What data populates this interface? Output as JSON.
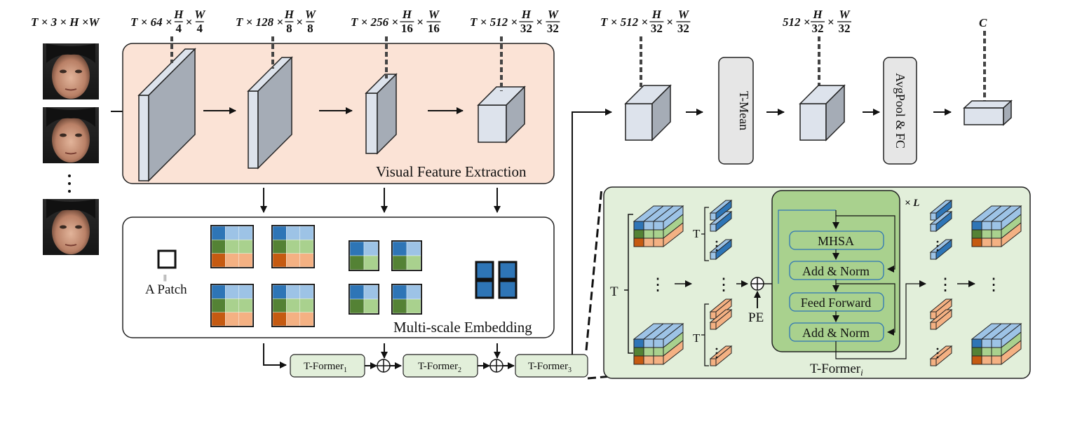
{
  "diagram": {
    "input_dims": "T × 3 × H ×W",
    "stage_dims": [
      {
        "lead": "T × 64 ×",
        "h": "H",
        "hd": "4",
        "w": "W",
        "wd": "4"
      },
      {
        "lead": "T × 128 ×",
        "h": "H",
        "hd": "8",
        "w": "W",
        "wd": "8"
      },
      {
        "lead": "T × 256 ×",
        "h": "H",
        "hd": "16",
        "w": "W",
        "wd": "16"
      },
      {
        "lead": "T × 512 ×",
        "h": "H",
        "hd": "32",
        "w": "W",
        "wd": "32"
      },
      {
        "lead": "T × 512 ×",
        "h": "H",
        "hd": "32",
        "w": "W",
        "wd": "32"
      },
      {
        "lead": "512 ×",
        "h": "H",
        "hd": "32",
        "w": "W",
        "wd": "32"
      }
    ],
    "output_dim": "C",
    "vfe_label": "Visual Feature Extraction",
    "mse_label": "Multi-scale Embedding",
    "patch_label": "A Patch",
    "patch_equals": "||",
    "tformer_prefix": "T-Former",
    "tformer_subs": [
      "1",
      "2",
      "3"
    ],
    "t_mean_label": "T-Mean",
    "avgpool_label": "AvgPool & FC",
    "detail": {
      "title_prefix": "T-Former",
      "title_sub": "i",
      "repeat_label": "× L",
      "mhsa": "MHSA",
      "add_norm": "Add & Norm",
      "feed_forward": "Feed Forward",
      "pe": "PE",
      "t_label": "T",
      "ellipsis": "⋮"
    },
    "colors": {
      "vfe_bg": "#fbe3d6",
      "green_bg": "#e2efda",
      "green_block": "#a9d18e",
      "tformer_bg": "#e2efda",
      "grey_block": "#e6e6e6",
      "cube_front": "#dde3ec",
      "cube_side": "#a5acb6",
      "blue_dark": "#2e75b6",
      "blue_light": "#9dc3e6",
      "green_dark": "#548235",
      "green_light": "#a9d18e",
      "orange_dark": "#c55a11",
      "orange_light": "#f4b183"
    }
  }
}
